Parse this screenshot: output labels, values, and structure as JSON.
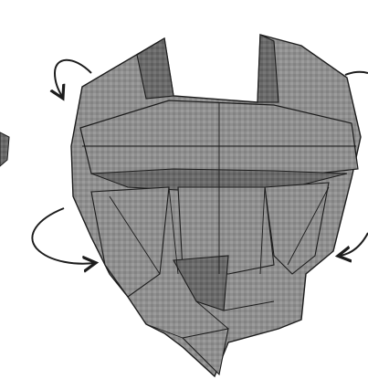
{
  "diagram": {
    "subject": "origami-fold-step",
    "paper_color": "#8f8f8f",
    "paper_dark": "#5e5e5e",
    "line_color": "#1c1c1c",
    "background": "#ffffff",
    "arrows": [
      {
        "name": "top-left-rotate-arrow"
      },
      {
        "name": "left-rotate-arrow"
      },
      {
        "name": "right-rotate-arrow"
      },
      {
        "name": "top-right-arrow-stub"
      }
    ]
  }
}
